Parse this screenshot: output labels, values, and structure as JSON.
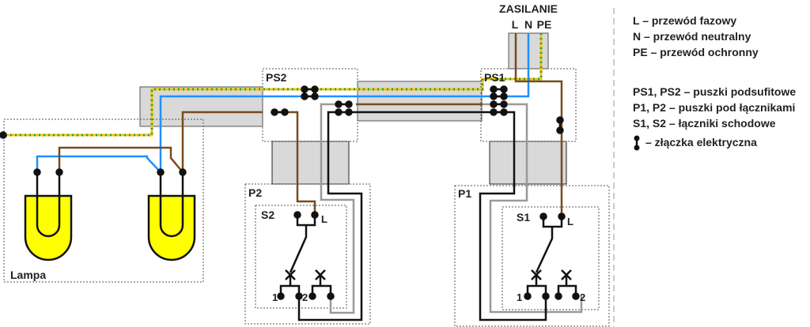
{
  "title": "ZASILANIE",
  "supply_terminals": [
    "L",
    "N",
    "PE"
  ],
  "boxes": {
    "ps1": "PS1",
    "ps2": "PS2",
    "p1": "P1",
    "p2": "P2",
    "s1": "S1",
    "s2": "S2",
    "lamp": "Lampa"
  },
  "switch_terminals": {
    "s1": {
      "common": "L",
      "t1": "1",
      "t2": "2"
    },
    "s2": {
      "common": "L",
      "t1": "1",
      "t2": "2"
    }
  },
  "wire_colors": {
    "phase": "#7a4a1e",
    "neutral": "#1e90ff",
    "pe_yellow": "#f5c400",
    "pe_green": "#3a9a3a",
    "traveler_black": "#111111",
    "traveler_gray": "#999999",
    "lamp_fill": "#ffff00",
    "conduit_fill": "#d8d9d8"
  },
  "legend": {
    "wires": [
      "L – przewód fazowy",
      "N – przewód neutralny",
      "PE – przewód ochronny"
    ],
    "boxes": [
      "PS1, PS2 – puszki podsufitowe",
      "P1, P2 – puszki pod łącznikami",
      "S1, S2 – łączniki schodowe"
    ],
    "connector": "– złączka elektryczna"
  }
}
